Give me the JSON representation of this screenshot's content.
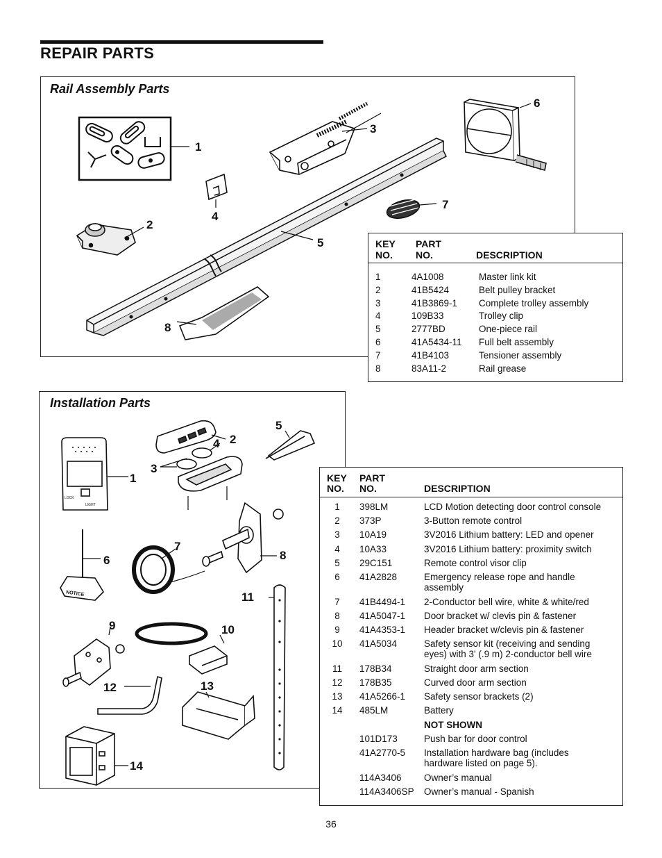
{
  "page": {
    "title": "REPAIR PARTS",
    "page_number": "36"
  },
  "rail": {
    "heading": "Rail Assembly Parts",
    "callouts": [
      "1",
      "2",
      "3",
      "4",
      "5",
      "6",
      "7",
      "8"
    ],
    "table": {
      "header_key": "KEY",
      "header_key2": "NO.",
      "header_part": "PART",
      "header_part2": "NO.",
      "header_desc": "DESCRIPTION",
      "rows": [
        {
          "key": "1",
          "part": "4A1008",
          "desc": "Master link kit"
        },
        {
          "key": "2",
          "part": "41B5424",
          "desc": "Belt pulley bracket"
        },
        {
          "key": "3",
          "part": "41B3869-1",
          "desc": "Complete trolley assembly"
        },
        {
          "key": "4",
          "part": "109B33",
          "desc": "Trolley clip"
        },
        {
          "key": "5",
          "part": "2777BD",
          "desc": "One-piece rail"
        },
        {
          "key": "6",
          "part": "41A5434-11",
          "desc": "Full belt assembly"
        },
        {
          "key": "7",
          "part": "41B4103",
          "desc": "Tensioner assembly"
        },
        {
          "key": "8",
          "part": "83A11-2",
          "desc": "Rail grease"
        }
      ]
    }
  },
  "install": {
    "heading": "Installation Parts",
    "callouts": [
      "1",
      "2",
      "3",
      "4",
      "5",
      "6",
      "7",
      "8",
      "9",
      "10",
      "11",
      "12",
      "13",
      "14"
    ],
    "labels": {
      "notice": "NOTICE",
      "lock": "LOCK",
      "light": "LIGHT"
    },
    "table": {
      "header_key": "KEY",
      "header_key2": "NO.",
      "header_part": "PART",
      "header_part2": "NO.",
      "header_desc": "DESCRIPTION",
      "rows": [
        {
          "key": "1",
          "part": "398LM",
          "desc": "LCD Motion detecting door control console",
          "desc2": ""
        },
        {
          "key": "2",
          "part": "373P",
          "desc": "3-Button remote control",
          "desc2": ""
        },
        {
          "key": "3",
          "part": "10A19",
          "desc": "3V2016 Lithium battery: LED and opener",
          "desc2": ""
        },
        {
          "key": "4",
          "part": "10A33",
          "desc": "3V2016 Lithium battery: proximity switch",
          "desc2": ""
        },
        {
          "key": "5",
          "part": "29C151",
          "desc": "Remote control visor clip",
          "desc2": ""
        },
        {
          "key": "6",
          "part": "41A2828",
          "desc": "Emergency release rope and handle",
          "desc2": "assembly"
        },
        {
          "key": "7",
          "part": "41B4494-1",
          "desc": "2-Conductor bell wire, white & white/red",
          "desc2": ""
        },
        {
          "key": "8",
          "part": "41A5047-1",
          "desc": "Door bracket w/ clevis pin & fastener",
          "desc2": ""
        },
        {
          "key": "9",
          "part": "41A4353-1",
          "desc": "Header bracket w/clevis pin & fastener",
          "desc2": ""
        },
        {
          "key": "10",
          "part": "41A5034",
          "desc": "Safety sensor kit (receiving and sending",
          "desc2": "eyes) with 3' (.9 m) 2-conductor bell wire"
        },
        {
          "key": "11",
          "part": "178B34",
          "desc": "Straight door arm section",
          "desc2": ""
        },
        {
          "key": "12",
          "part": "178B35",
          "desc": "Curved door arm section",
          "desc2": ""
        },
        {
          "key": "13",
          "part": "41A5266-1",
          "desc": "Safety sensor brackets (2)",
          "desc2": ""
        },
        {
          "key": "14",
          "part": "485LM",
          "desc": "Battery",
          "desc2": ""
        },
        {
          "key": "",
          "part": "",
          "desc": "NOT SHOWN",
          "desc2": ""
        },
        {
          "key": "",
          "part": "101D173",
          "desc": "Push bar for door control",
          "desc2": ""
        },
        {
          "key": "",
          "part": "41A2770-5",
          "desc": "Installation hardware bag (includes",
          "desc2": "hardware listed on page 5)."
        },
        {
          "key": "",
          "part": "114A3406",
          "desc": "Owner’s manual",
          "desc2": ""
        },
        {
          "key": "",
          "part": "114A3406SP",
          "desc": "Owner’s manual - Spanish",
          "desc2": ""
        }
      ]
    }
  }
}
